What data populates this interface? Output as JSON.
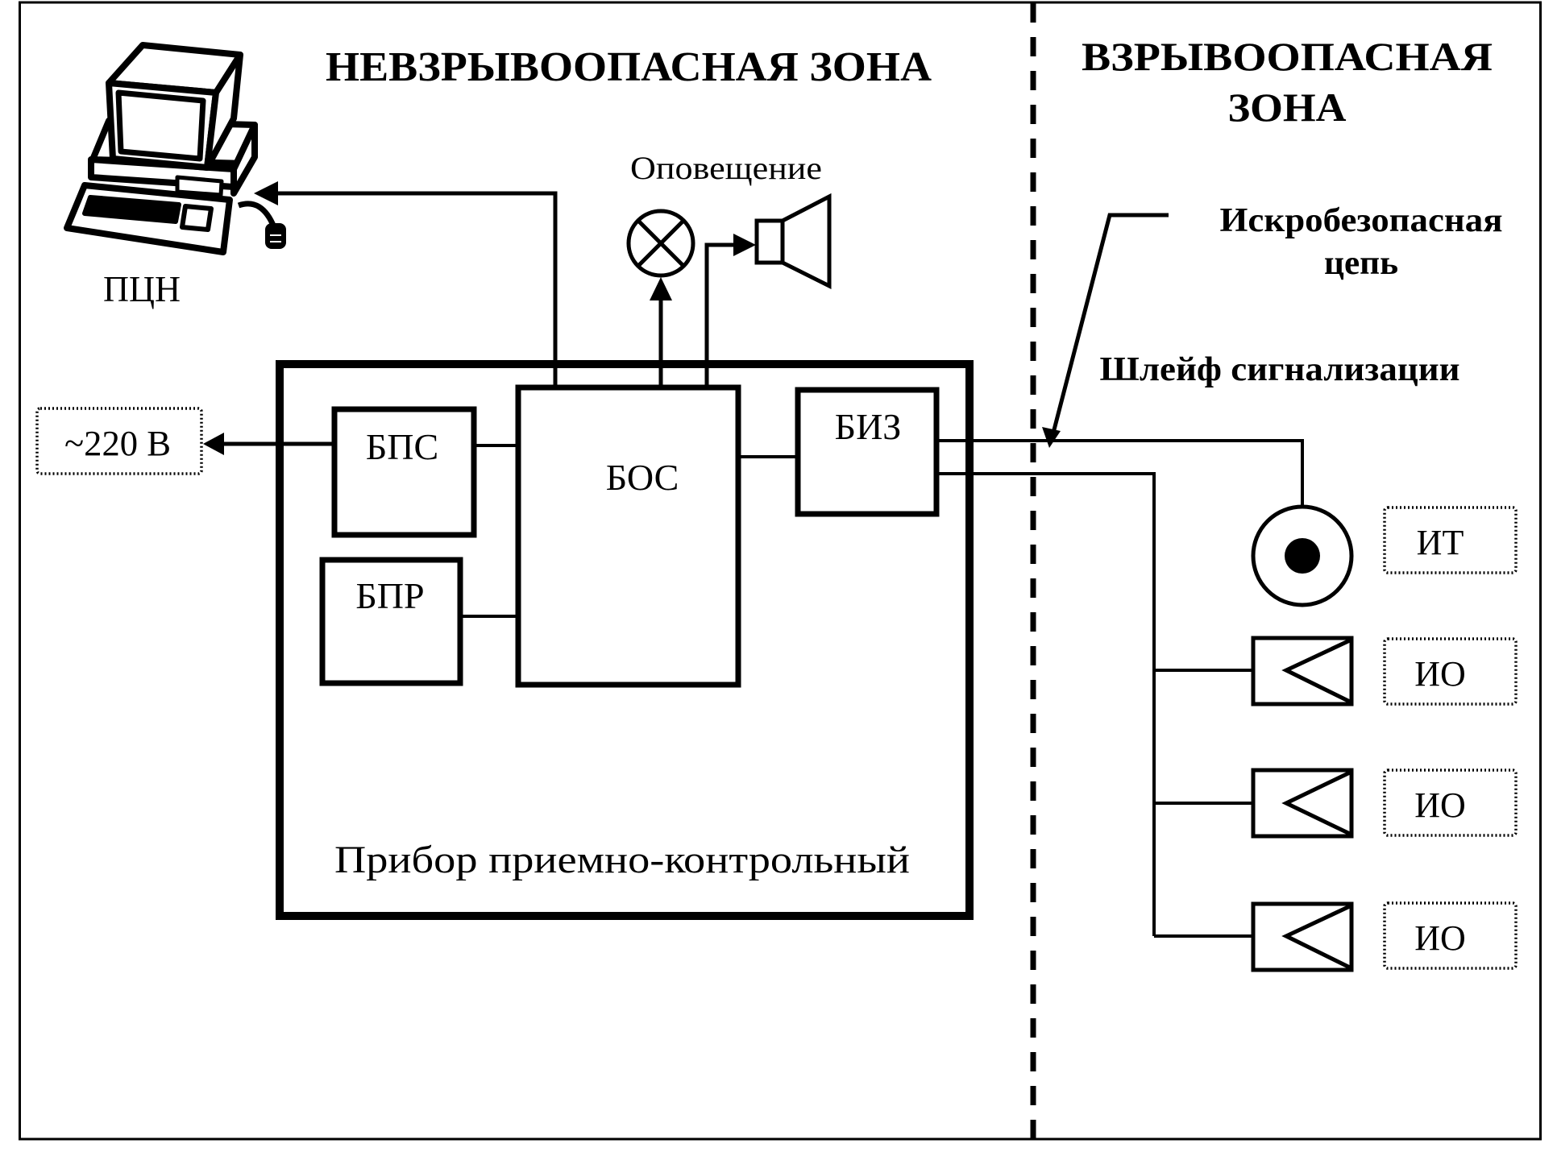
{
  "zones": {
    "safe_zone_title": "НЕВЗРЫВООПАСНАЯ ЗОНА",
    "hazard_zone_title_line1": "ВЗРЫВООПАСНАЯ",
    "hazard_zone_title_line2": "ЗОНА"
  },
  "annotations": {
    "intrinsic_circuit_line1": "Искробезопасная",
    "intrinsic_circuit_line2": "цепь",
    "alarm_loop": "Шлейф сигнализации",
    "notification": "Оповещение"
  },
  "external": {
    "pcn_label": "ПЦН",
    "mains_label": "~220 В"
  },
  "control_panel": {
    "title": "Прибор приемно-контрольный",
    "blocks": {
      "bps": "БПС",
      "bpr": "БПР",
      "bos": "БОС",
      "biz": "БИЗ"
    }
  },
  "detectors": [
    {
      "type": "heat",
      "label": "ИТ"
    },
    {
      "type": "optical",
      "label": "ИО"
    },
    {
      "type": "optical",
      "label": "ИО"
    },
    {
      "type": "optical",
      "label": "ИО"
    }
  ]
}
